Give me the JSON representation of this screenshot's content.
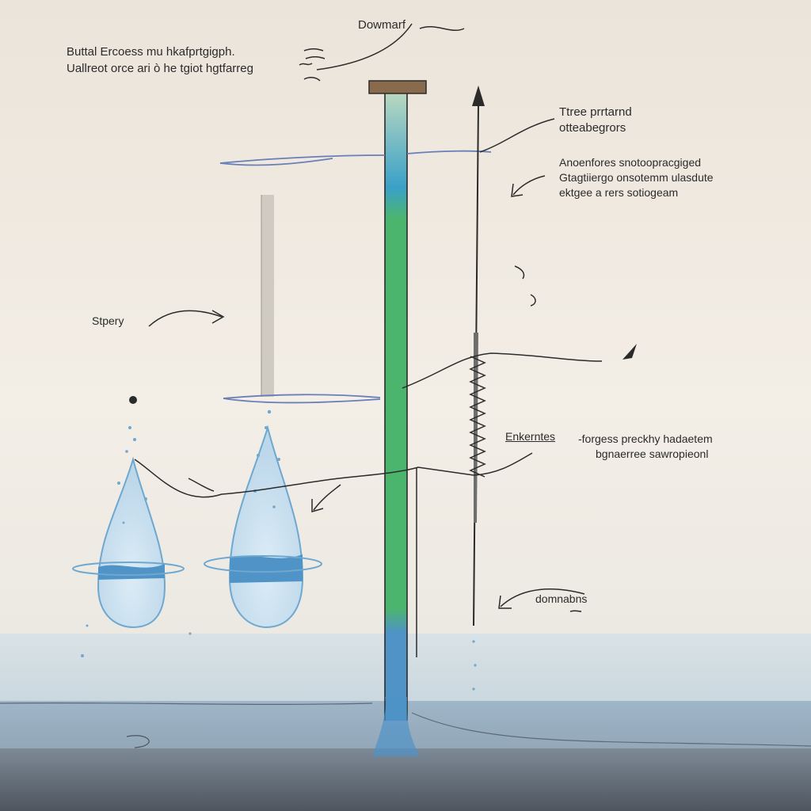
{
  "labels": {
    "top_title": "Dowmarf",
    "top_left_line1": "Buttal Ercoess mu hkafprtgigph.",
    "top_left_line2": "Uallreot orce ari ò he tgiot hgtfarreg",
    "right_top_line1": "Ttree prrtarnd",
    "right_top_line2": "otteabegrors",
    "right_mid_line1": "Anoenfores snotoopracgiged",
    "right_mid_line2": "Gtagtiiergo onsotemm ulasdute",
    "right_mid_line3": "ektgee a rers sotiogeam",
    "left_mid": "Stpery",
    "mid_right_head": "Enkerntes",
    "mid_right_line1": "-forgess preckhy hadaetem",
    "mid_right_line2": "bgnaerree sawropieonl",
    "bottom_right": "domnabns"
  },
  "colors": {
    "background": "#ede6dc",
    "water": "#a9c6dc",
    "water_dark": "#4f93c7",
    "tube": "#4cb56d",
    "cap": "#8a6a4d",
    "ink": "#2b2b2b",
    "line_blue": "#6a7fb8",
    "ground": "#5c6470"
  },
  "icons": [
    "arrow-up-icon",
    "arrow-right-icon",
    "arrow-left-icon",
    "water-drop-icon",
    "spring-icon"
  ]
}
